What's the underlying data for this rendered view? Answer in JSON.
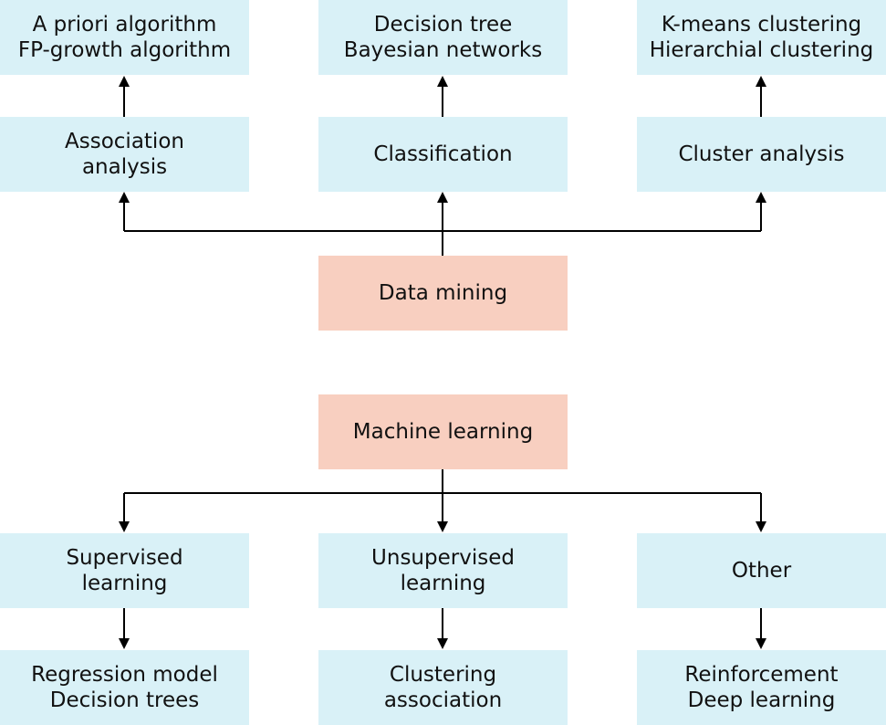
{
  "data_mining": {
    "root": {
      "lines": [
        "Data mining"
      ]
    },
    "categories": [
      {
        "label": {
          "lines": [
            "Association",
            "analysis"
          ]
        },
        "examples": {
          "lines": [
            "A priori algorithm",
            "FP-growth algorithm"
          ]
        }
      },
      {
        "label": {
          "lines": [
            "Classification"
          ]
        },
        "examples": {
          "lines": [
            "Decision tree",
            "Bayesian networks"
          ]
        }
      },
      {
        "label": {
          "lines": [
            "Cluster analysis"
          ]
        },
        "examples": {
          "lines": [
            "K-means clustering",
            "Hierarchial clustering"
          ]
        }
      }
    ]
  },
  "machine_learning": {
    "root": {
      "lines": [
        "Machine learning"
      ]
    },
    "categories": [
      {
        "label": {
          "lines": [
            "Supervised",
            "learning"
          ]
        },
        "examples": {
          "lines": [
            "Regression model",
            "Decision trees"
          ]
        }
      },
      {
        "label": {
          "lines": [
            "Unsupervised",
            "learning"
          ]
        },
        "examples": {
          "lines": [
            "Clustering",
            "association"
          ]
        }
      },
      {
        "label": {
          "lines": [
            "Other"
          ]
        },
        "examples": {
          "lines": [
            "Reinforcement",
            "Deep learning"
          ]
        }
      }
    ]
  },
  "colors": {
    "category_box": "#d9f1f7",
    "root_box": "#f8cfc0",
    "connector": "#000000"
  }
}
